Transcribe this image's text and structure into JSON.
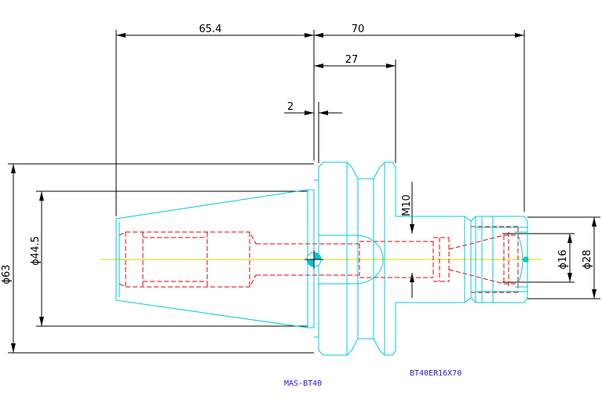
{
  "drawing": {
    "dimensions": {
      "length_65_4": "65.4",
      "length_70": "70",
      "length_27": "27",
      "length_2": "2",
      "thread_m10": "M10",
      "dia_63": "ϕ63",
      "dia_44_5": "ϕ44.5",
      "dia_16": "ϕ16",
      "dia_28": "ϕ28"
    },
    "labels": {
      "standard": "MAS-BT40",
      "part_number": "BT40ER16X70"
    },
    "colors": {
      "outline": "#00c8e0",
      "hidden": "#e00000",
      "centerline": "#d8d800",
      "dimension": "#000000",
      "label": "#2020d0"
    }
  }
}
